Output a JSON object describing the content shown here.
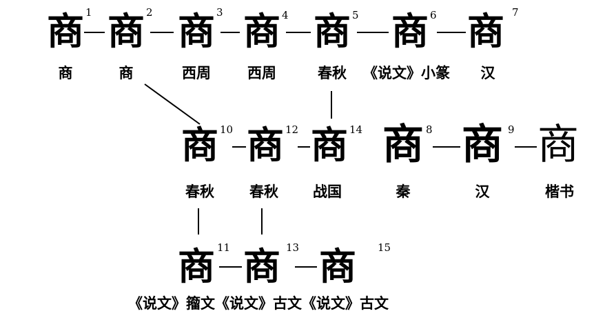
{
  "row1": [
    {
      "num": "1",
      "glyph": "商",
      "label": "商"
    },
    {
      "num": "2",
      "glyph": "商",
      "label": "商"
    },
    {
      "num": "3",
      "glyph": "商",
      "label": "西周"
    },
    {
      "num": "4",
      "glyph": "商",
      "label": "西周"
    },
    {
      "num": "5",
      "glyph": "商",
      "label": "春秋"
    },
    {
      "num": "6",
      "glyph": "商",
      "label": "《说文》小篆"
    },
    {
      "num": "7",
      "glyph": "商",
      "label": "汉"
    }
  ],
  "row2": [
    {
      "num": "10",
      "glyph": "商",
      "label": "春秋"
    },
    {
      "num": "12",
      "glyph": "商",
      "label": "春秋"
    },
    {
      "num": "14",
      "glyph": "商",
      "label": "战国"
    },
    {
      "num": "8",
      "glyph": "商",
      "label": "秦"
    },
    {
      "num": "9",
      "glyph": "商",
      "label": "汉"
    },
    {
      "num": "",
      "glyph": "商",
      "label": "楷书"
    }
  ],
  "row3": [
    {
      "num": "11",
      "glyph": "商"
    },
    {
      "num": "13",
      "glyph": "商"
    },
    {
      "num": "15",
      "glyph": "商"
    }
  ],
  "row3_label": "《说文》籀文《说文》古文《说文》古文"
}
